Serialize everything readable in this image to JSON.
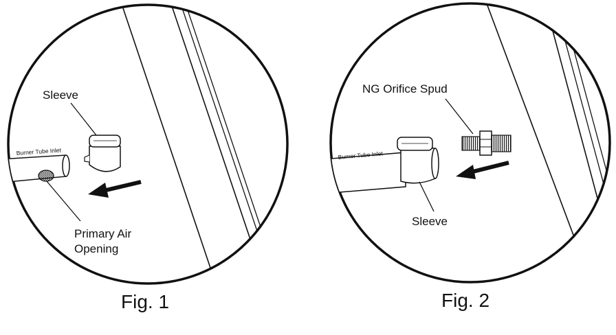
{
  "figures": [
    {
      "caption": "Fig. 1",
      "labels": {
        "sleeve": "Sleeve",
        "burner_tube": "Burner Tube Inlet",
        "primary_air_line1": "Primary Air",
        "primary_air_line2": "Opening"
      }
    },
    {
      "caption": "Fig. 2",
      "labels": {
        "orifice_spud": "NG Orifice Spud",
        "burner_tube": "Burner Tube Inlet",
        "sleeve": "Sleeve"
      }
    }
  ],
  "colors": {
    "line": "#111111",
    "background": "#ffffff"
  }
}
